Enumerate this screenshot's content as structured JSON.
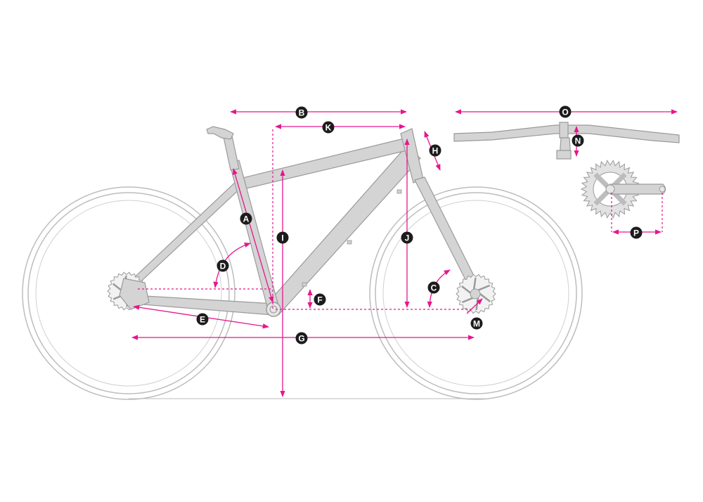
{
  "diagram": {
    "type": "bicycle-geometry",
    "accent_color": "#e6168c",
    "frame_color": "#d4d4d4",
    "outline_color": "#9a9a9a",
    "labels": {
      "A": "A",
      "B": "B",
      "C": "C",
      "D": "D",
      "E": "E",
      "F": "F",
      "G": "G",
      "H": "H",
      "I": "I",
      "J": "J",
      "K": "K",
      "M": "M",
      "N": "N",
      "O": "O",
      "P": "P"
    }
  }
}
